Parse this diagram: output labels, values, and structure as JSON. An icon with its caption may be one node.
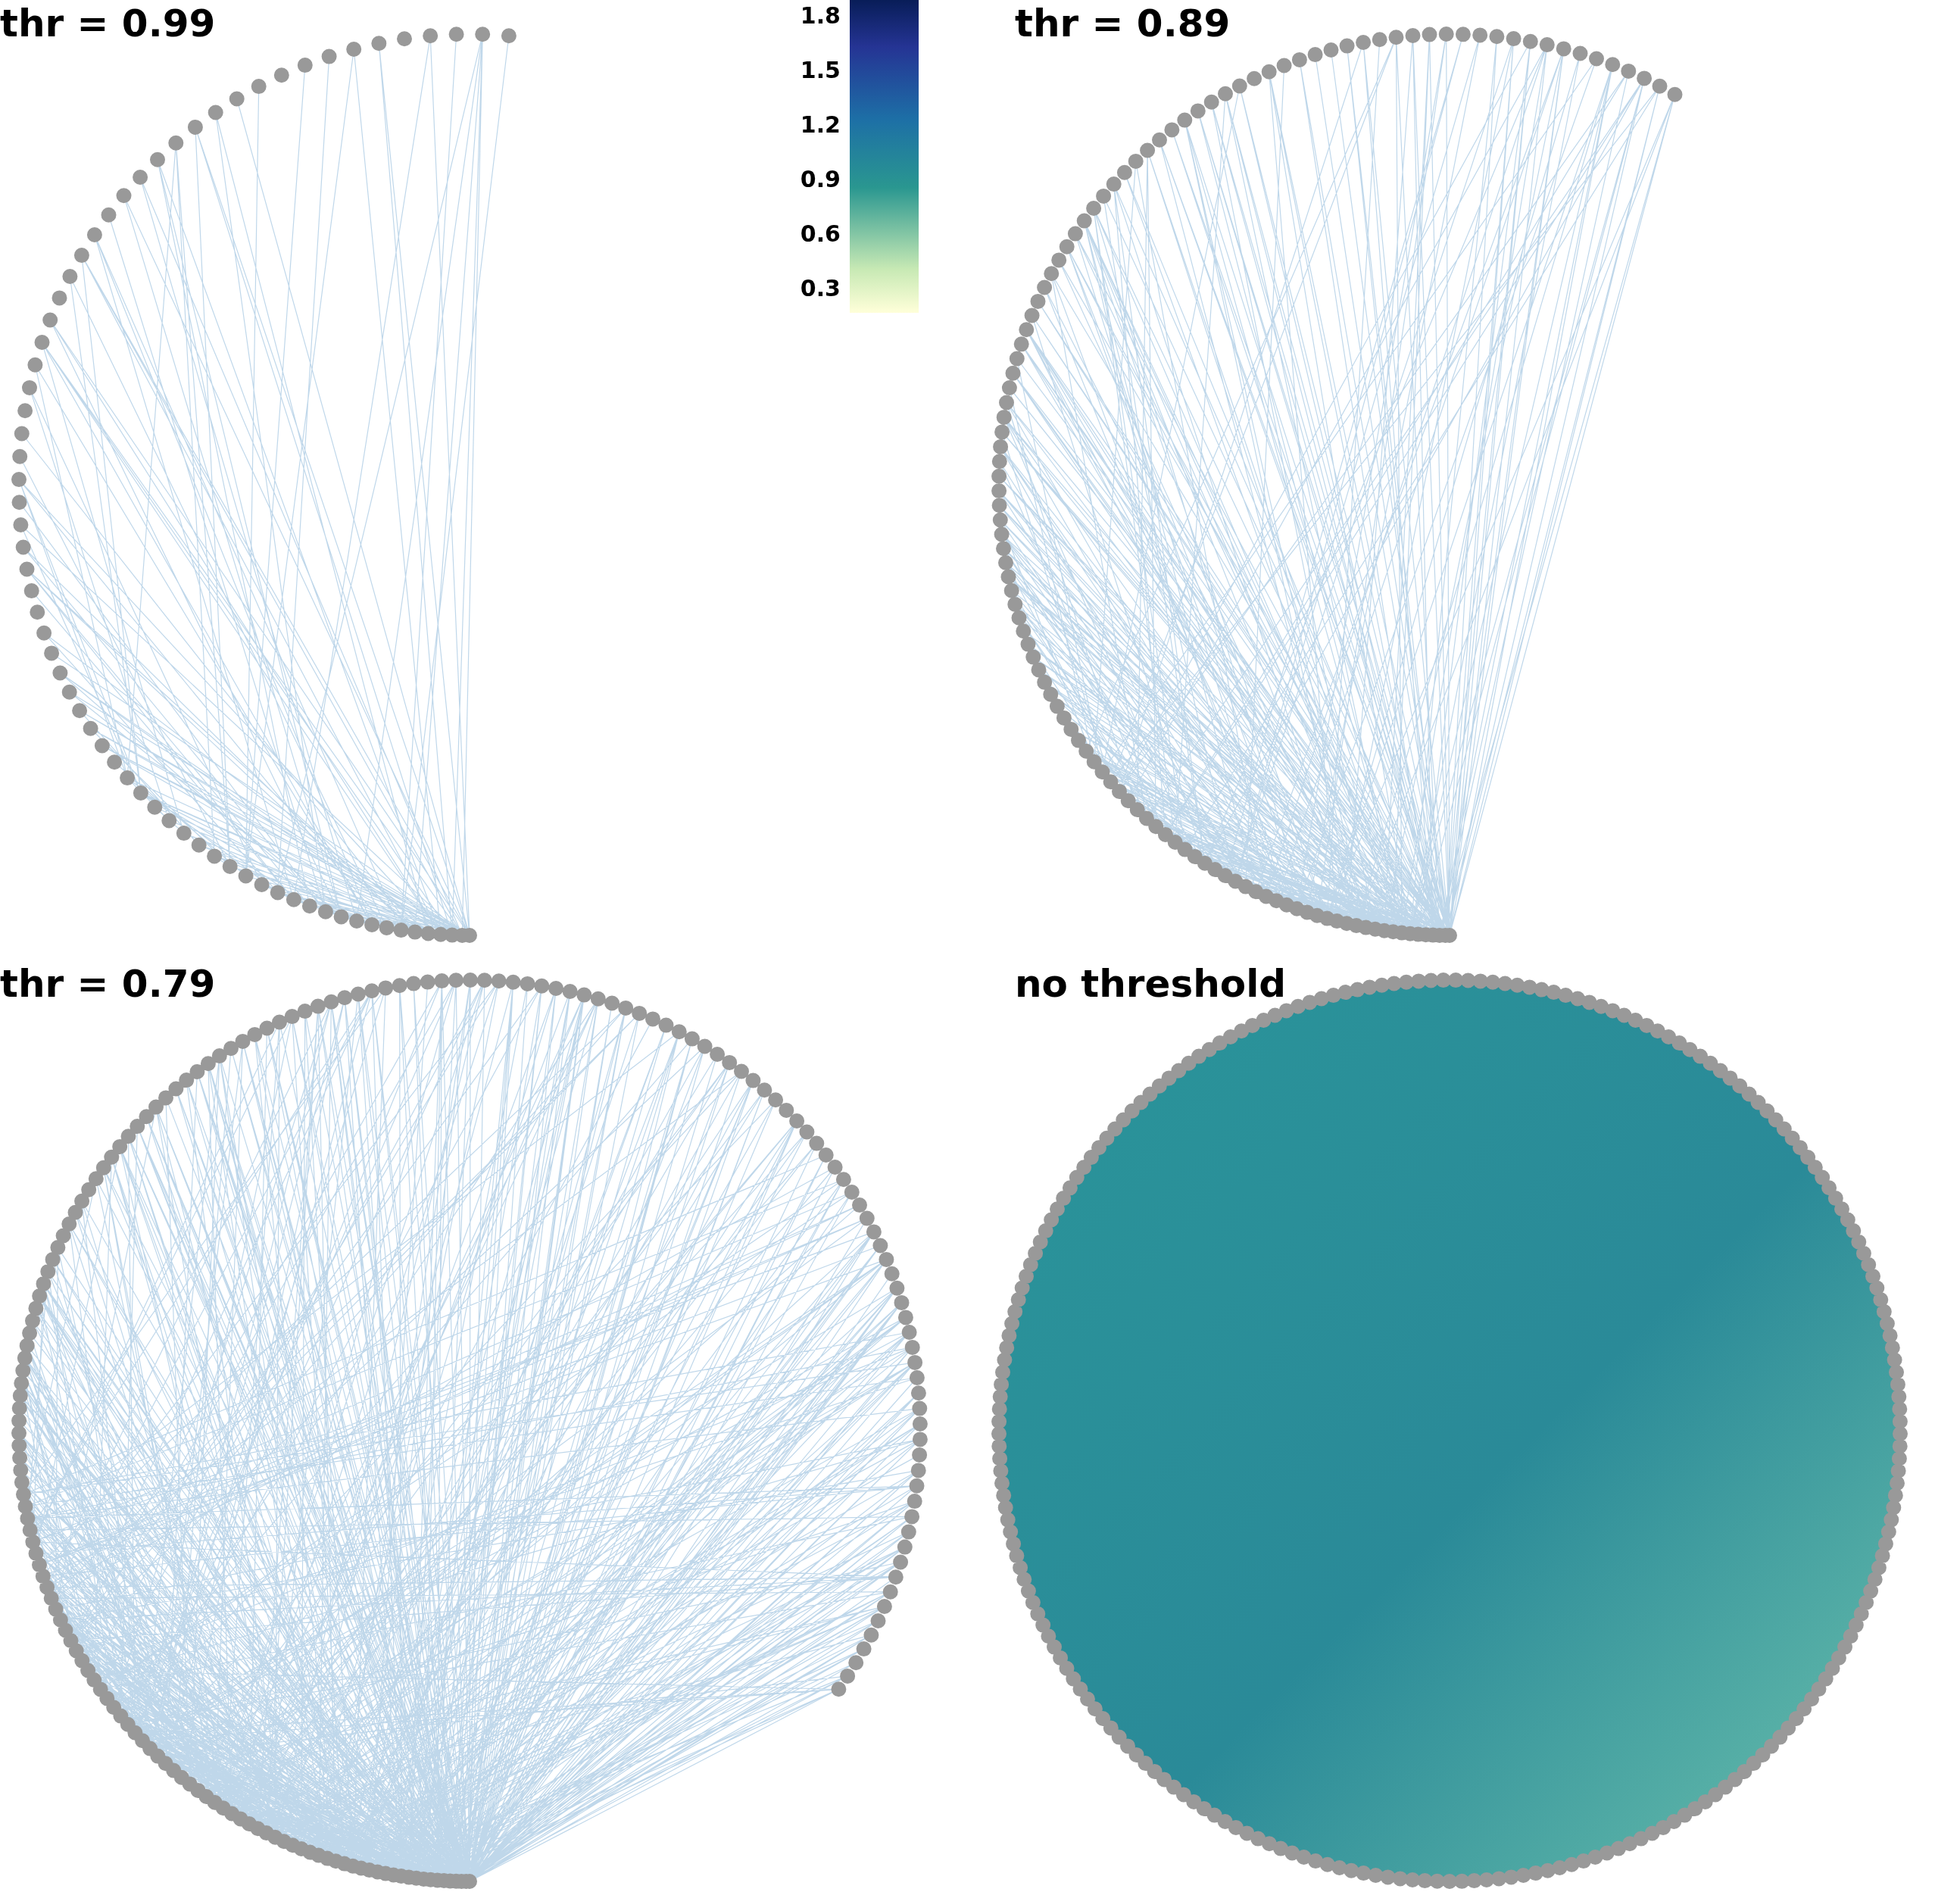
{
  "diagram": {
    "labels": [
      "thr = 0.99",
      "thr = 0.89",
      "thr = 0.79",
      "no threshold",
      "1.8",
      "1.5",
      "1.2",
      "0.9",
      "0.6",
      "0.3"
    ]
  }
}
